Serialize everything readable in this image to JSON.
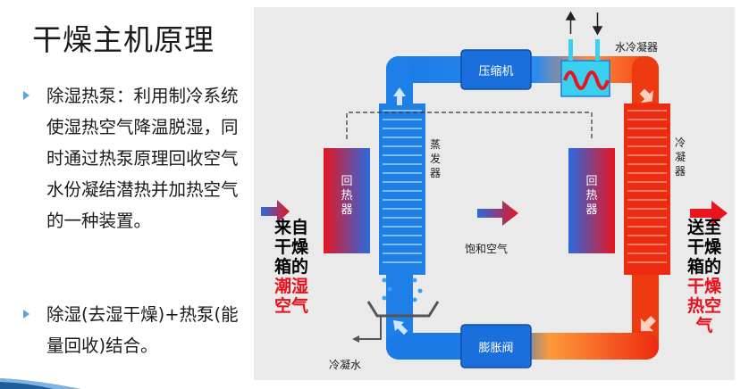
{
  "slide": {
    "title": "干燥主机原理",
    "bullets": [
      "除湿热泵：利用制冷系统使湿热空气降温脱湿，同时通过热泵原理回收空气水份凝结潜热并加热空气的一种装置。",
      "除湿(去湿干燥)+热泵(能量回收)结合。"
    ]
  },
  "diagram": {
    "labels": {
      "compressor": "压缩机",
      "water_condenser": "水冷凝器",
      "evaporator": "蒸发器",
      "condenser": "冷凝器",
      "regenerator_left": "回热器",
      "regenerator_right": "回热器",
      "saturated_air": "饱和空气",
      "expansion_valve": "膨胀阀",
      "condensate": "冷凝水"
    },
    "inlet": {
      "line1": "来自",
      "line2": "干燥",
      "line3": "箱的",
      "line4": "潮湿",
      "line5": "空气"
    },
    "outlet": {
      "line1": "送至",
      "line2": "干燥",
      "line3": "箱的",
      "line4": "干燥",
      "line5": "热空",
      "line6": "气"
    }
  },
  "colors": {
    "cold": "#1e7fe6",
    "hot": "#ee2a10",
    "text_red": "#e8101a",
    "bullet": "#5aa4d8"
  }
}
